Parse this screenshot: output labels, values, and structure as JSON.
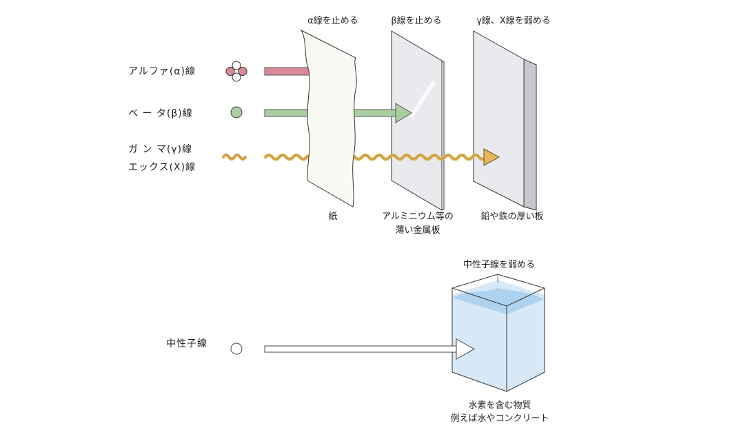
{
  "top": {
    "labels": {
      "stop_alpha": "α線を止める",
      "stop_beta": "β線を止める",
      "weaken_gamma": "γ線、X線を弱める"
    },
    "rays": {
      "alpha": "アルファ(α)線",
      "beta": "ベ ー タ(β)線",
      "gamma": "ガ ン マ(γ)線",
      "xray": "エックス(X)線"
    },
    "materials": {
      "paper": "紙",
      "aluminum_line1": "アルミニウム等の",
      "aluminum_line2": "薄い金属板",
      "lead": "鉛や鉄の厚い板"
    }
  },
  "bottom": {
    "weaken_neutron": "中性子線を弱める",
    "neutron": "中性子線",
    "water_line1": "水素を含む物質",
    "water_line2": "例えば水やコンクリート"
  },
  "colors": {
    "alpha": "#d98a96",
    "beta": "#a9cfa0",
    "gamma": "#e6b85a",
    "panel": "#e9eaee",
    "panel_edge": "#c6c8ce",
    "water": "#d7e9f7",
    "water_top": "#a9d0ee"
  }
}
